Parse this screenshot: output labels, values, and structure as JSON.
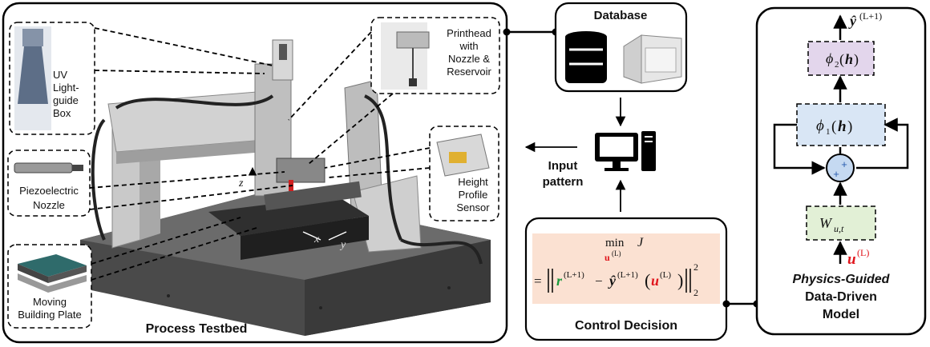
{
  "testbed": {
    "title": "Process Testbed",
    "uv_box": [
      "UV",
      "Light-",
      "guide",
      "Box"
    ],
    "printhead": [
      "Printhead",
      "with",
      "Nozzle &",
      "Reservoir"
    ],
    "piezo": [
      "Piezoelectric",
      "Nozzle"
    ],
    "height_sensor": [
      "Height",
      "Profile",
      "Sensor"
    ],
    "plate": [
      "Moving",
      "Building Plate"
    ],
    "axis_z": "z",
    "axis_x": "x",
    "axis_y": "y"
  },
  "database": {
    "title": "Database"
  },
  "input_pattern": [
    "Input",
    "pattern"
  ],
  "control": {
    "title": "Control Decision",
    "min_op": "min",
    "min_sub": "u",
    "min_sub_sup": "(L)",
    "objective": "J",
    "eq": "=",
    "r_sym": "r",
    "r_sup": "(L+1)",
    "minus": "−",
    "y_sym": "ŷ",
    "y_sup": "(L+1)",
    "u_sym": "u",
    "u_sup": "(L)",
    "norm_sup": "2",
    "norm_sub": "2",
    "colors": {
      "r": "#1a9a3c",
      "u": "#e0141b",
      "bg": "#fbe1d2"
    }
  },
  "model": {
    "title": [
      "Physics-Guided",
      "Data-Driven",
      "Model"
    ],
    "out_sym": "ŷ",
    "out_sup": "(L+1)",
    "phi2": "ϕ",
    "phi2_sub": "2",
    "phi1": "ϕ",
    "phi1_sub": "1",
    "h": "h",
    "W": "W",
    "W_sub": "u,t",
    "in_sym": "u",
    "in_sup": "(L)",
    "plus": "+",
    "colors": {
      "phi2": "#e3d6ec",
      "phi1": "#d9e6f5",
      "W": "#e2f0d6",
      "sum": "#c5d9f1",
      "u": "#e0141b"
    }
  }
}
